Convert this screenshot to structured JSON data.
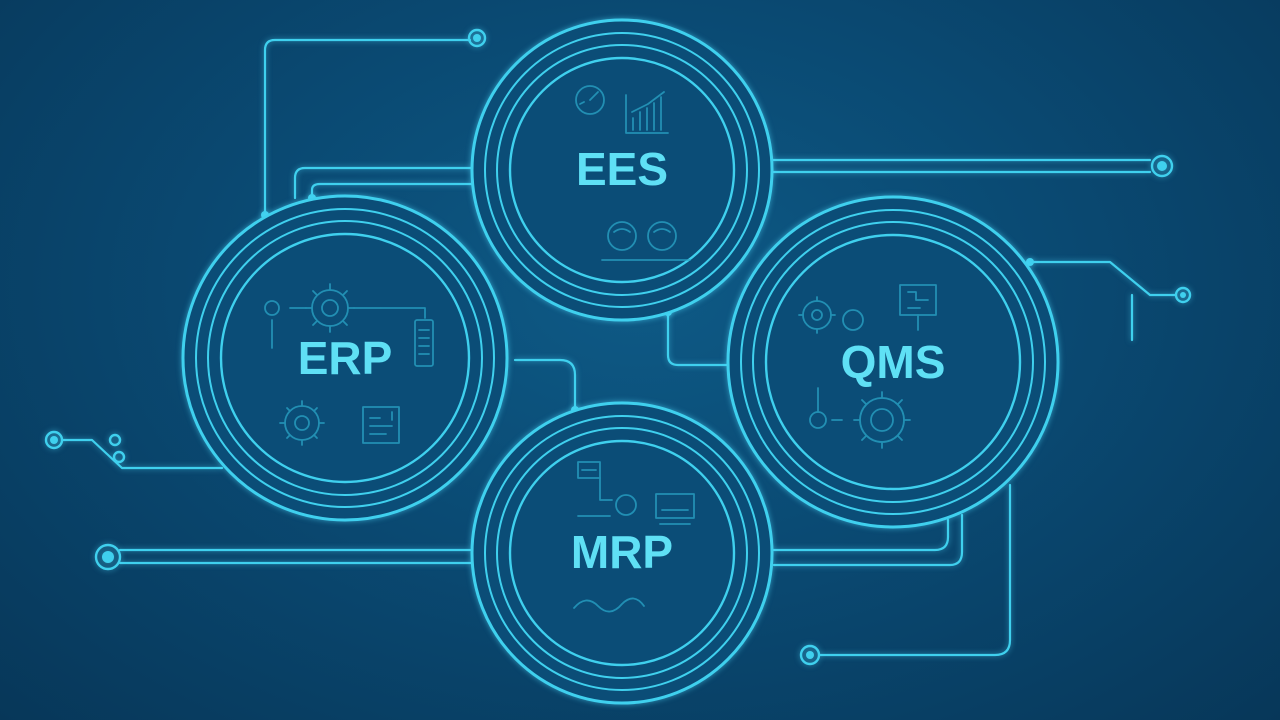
{
  "colors": {
    "line": "#3fd0ee",
    "line_dim": "#2aa6c8",
    "label": "#5fe0f5",
    "node_fill": "#0b4d77",
    "background": "#0a4a73"
  },
  "nodes": {
    "ees": {
      "label": "EES",
      "icons": [
        "speedometer-icon",
        "bar-chart-icon",
        "people-icon"
      ]
    },
    "erp": {
      "label": "ERP",
      "icons": [
        "gear-icon",
        "battery-icon",
        "gear-icon",
        "report-icon"
      ]
    },
    "qms": {
      "label": "QMS",
      "icons": [
        "gears-icon",
        "circuit-board-icon",
        "gear-icon"
      ]
    },
    "mrp": {
      "label": "MRP",
      "icons": [
        "chart-icon",
        "monitor-icon",
        "wave-icon"
      ]
    }
  }
}
